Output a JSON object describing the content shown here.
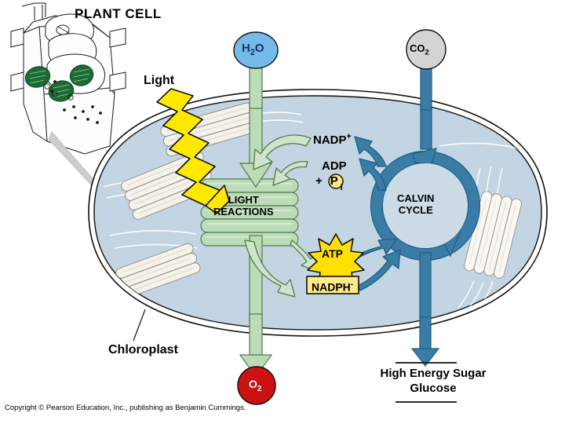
{
  "figure": {
    "title": "PLANT CELL",
    "copyright": "Copyright © Pearson Education, Inc., publishing as Benjamin Cummings.",
    "organelle_label": "Chloroplast",
    "light_label": "Light"
  },
  "inputs": {
    "water": {
      "formula": "H",
      "sub": "2",
      "tail": "O",
      "color": "#74bbe8"
    },
    "carbon_dioxide": {
      "formula": "CO",
      "sub": "2",
      "color": "#d4d4d4"
    }
  },
  "outputs": {
    "oxygen": {
      "formula": "O",
      "sub": "2",
      "color": "#cc1111"
    },
    "sugar_line1": "High Energy Sugar",
    "sugar_line2": "Glucose"
  },
  "processes": {
    "light_reactions": {
      "line1": "LIGHT",
      "line2": "REACTIONS",
      "color": "#bcdcb8"
    },
    "calvin_cycle": {
      "line1": "CALVIN",
      "line2": "CYCLE",
      "color": "#3a7ca5"
    }
  },
  "carriers": {
    "nadp_plus": {
      "base": "NADP",
      "charge": "+"
    },
    "adp": "ADP",
    "phosphate_prefix": "+",
    "phosphate_letter": "P",
    "phosphate_sub": "i",
    "atp": {
      "label": "ATP",
      "color": "#ffe000"
    },
    "nadph": {
      "label": "NADPH",
      "charge": "-",
      "color": "#ffe98a"
    }
  },
  "palette": {
    "stroma": "#c3d5e2",
    "thylakoid": "#f4f2ea",
    "green_arrow": "#b7d7b2",
    "blue_arrow": "#3a7ca5",
    "lightning": "#ffe800",
    "gray_arrow": "#cdcdcd",
    "chloroplast_green": "#1b6b32"
  }
}
